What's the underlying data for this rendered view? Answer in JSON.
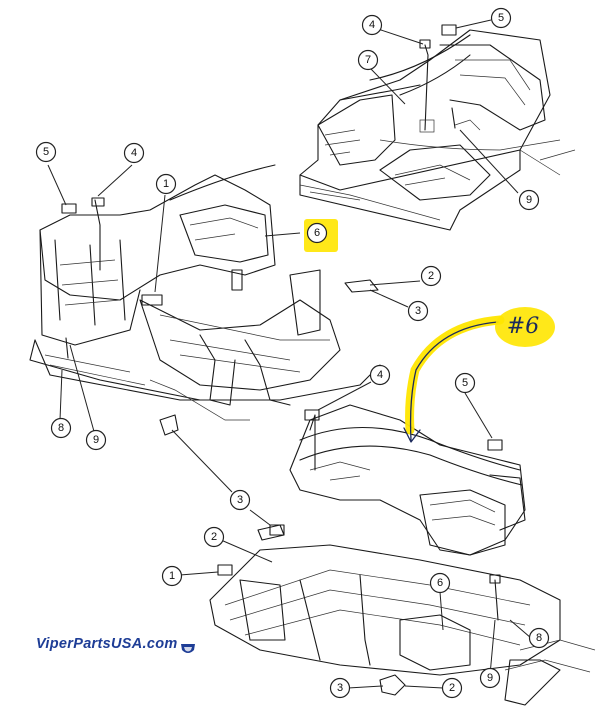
{
  "diagram": {
    "colors": {
      "linework": "#1a1a1a",
      "highlight": "#ffe600",
      "handwriting": "#1c2a5c",
      "brand": "#1e3d96"
    },
    "callouts": [
      {
        "id": "c1",
        "label": "4"
      },
      {
        "id": "c2",
        "label": "5"
      },
      {
        "id": "c3",
        "label": "7"
      },
      {
        "id": "c4",
        "label": "9"
      },
      {
        "id": "c5",
        "label": "5"
      },
      {
        "id": "c6",
        "label": "4"
      },
      {
        "id": "c7",
        "label": "1"
      },
      {
        "id": "c8",
        "label": "6"
      },
      {
        "id": "c9",
        "label": "2"
      },
      {
        "id": "c10",
        "label": "3"
      },
      {
        "id": "c11",
        "label": "8"
      },
      {
        "id": "c12",
        "label": "9"
      },
      {
        "id": "c13",
        "label": "4"
      },
      {
        "id": "c14",
        "label": "5"
      },
      {
        "id": "c15",
        "label": "3"
      },
      {
        "id": "c16",
        "label": "2"
      },
      {
        "id": "c17",
        "label": "1"
      },
      {
        "id": "c18",
        "label": "6"
      },
      {
        "id": "c19",
        "label": "8"
      },
      {
        "id": "c20",
        "label": "9"
      },
      {
        "id": "c21",
        "label": "3"
      },
      {
        "id": "c22",
        "label": "2"
      }
    ],
    "handwritten_note": "#6",
    "brand_text": "ViperPartsUSA.com"
  }
}
